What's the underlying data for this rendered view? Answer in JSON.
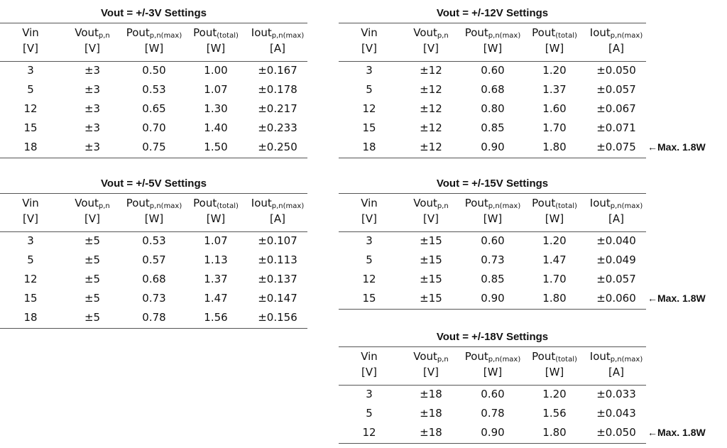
{
  "headers": {
    "vin": {
      "name": "Vin",
      "sub": "",
      "unit": "[V]"
    },
    "vout": {
      "name": "Vout",
      "sub": "p,n",
      "unit": "[V]"
    },
    "pout_max": {
      "name": "Pout",
      "sub": "p,n(max)",
      "unit": "[W]"
    },
    "pout_total": {
      "name": "Pout",
      "sub": "(total)",
      "unit": "[W]"
    },
    "iout_max": {
      "name": "Iout",
      "sub": "p,n(max)",
      "unit": "[A]"
    }
  },
  "tables": [
    {
      "title": "Vout = +/-3V Settings",
      "rows": [
        [
          "3",
          "±3",
          "0.50",
          "1.00",
          "±0.167"
        ],
        [
          "5",
          "±3",
          "0.53",
          "1.07",
          "±0.178"
        ],
        [
          "12",
          "±3",
          "0.65",
          "1.30",
          "±0.217"
        ],
        [
          "15",
          "±3",
          "0.70",
          "1.40",
          "±0.233"
        ],
        [
          "18",
          "±3",
          "0.75",
          "1.50",
          "±0.250"
        ]
      ],
      "note": ""
    },
    {
      "title": "Vout = +/-12V Settings",
      "rows": [
        [
          "3",
          "±12",
          "0.60",
          "1.20",
          "±0.050"
        ],
        [
          "5",
          "±12",
          "0.68",
          "1.37",
          "±0.057"
        ],
        [
          "12",
          "±12",
          "0.80",
          "1.60",
          "±0.067"
        ],
        [
          "15",
          "±12",
          "0.85",
          "1.70",
          "±0.071"
        ],
        [
          "18",
          "±12",
          "0.90",
          "1.80",
          "±0.075"
        ]
      ],
      "note": "←Max. 1.8W"
    },
    {
      "title": "Vout = +/-5V Settings",
      "rows": [
        [
          "3",
          "±5",
          "0.53",
          "1.07",
          "±0.107"
        ],
        [
          "5",
          "±5",
          "0.57",
          "1.13",
          "±0.113"
        ],
        [
          "12",
          "±5",
          "0.68",
          "1.37",
          "±0.137"
        ],
        [
          "15",
          "±5",
          "0.73",
          "1.47",
          "±0.147"
        ],
        [
          "18",
          "±5",
          "0.78",
          "1.56",
          "±0.156"
        ]
      ],
      "note": ""
    },
    {
      "title": "Vout = +/-15V Settings",
      "rows": [
        [
          "3",
          "±15",
          "0.60",
          "1.20",
          "±0.040"
        ],
        [
          "5",
          "±15",
          "0.73",
          "1.47",
          "±0.049"
        ],
        [
          "12",
          "±15",
          "0.85",
          "1.70",
          "±0.057"
        ],
        [
          "15",
          "±15",
          "0.90",
          "1.80",
          "±0.060"
        ]
      ],
      "note": "←Max. 1.8W"
    },
    {
      "title": "Vout = +/-18V Settings",
      "rows": [
        [
          "3",
          "±18",
          "0.60",
          "1.20",
          "±0.033"
        ],
        [
          "5",
          "±18",
          "0.78",
          "1.56",
          "±0.043"
        ],
        [
          "12",
          "±18",
          "0.90",
          "1.80",
          "±0.050"
        ]
      ],
      "note": "←Max. 1.8W"
    }
  ]
}
